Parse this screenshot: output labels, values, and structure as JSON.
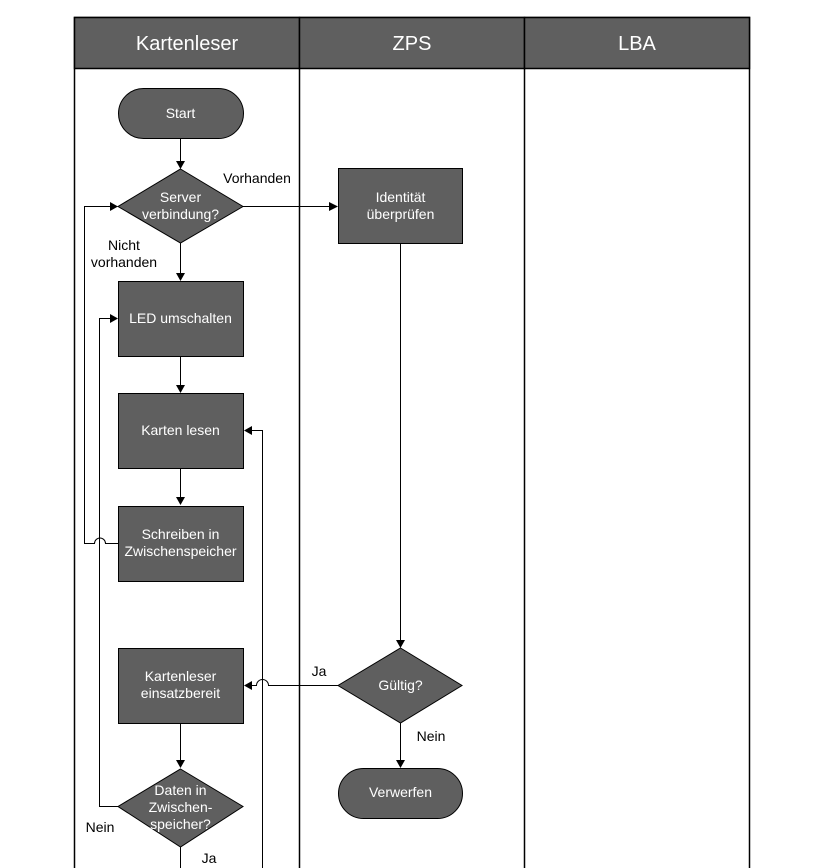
{
  "lanes": [
    {
      "title": "Kartenleser"
    },
    {
      "title": "ZPS"
    },
    {
      "title": "LBA"
    }
  ],
  "nodes": {
    "start": [
      "Start"
    ],
    "server_check": [
      "Server",
      "verbindung?"
    ],
    "led": [
      "LED umschalten"
    ],
    "read_cards": [
      "Karten lesen"
    ],
    "write_buffer": [
      "Schreiben in",
      "Zwischenspeicher"
    ],
    "ready": [
      "Kartenleser",
      "einsatzbereit"
    ],
    "data_check": [
      "Daten in",
      "Zwischen-",
      "speicher?"
    ],
    "identity": [
      "Identität",
      "überprüfen"
    ],
    "valid": [
      "Gültig?"
    ],
    "discard": [
      "Verwerfen"
    ]
  },
  "edge_labels": {
    "available": "Vorhanden",
    "not_available": [
      "Nicht",
      "vorhanden"
    ],
    "valid_yes": "Ja",
    "valid_no": "Nein",
    "data_no": "Nein",
    "data_yes": "Ja"
  },
  "colors": {
    "header_fill": "#5f5f5f",
    "node_fill": "#5f5f5f",
    "node_text": "#ffffff",
    "line": "#000000"
  }
}
